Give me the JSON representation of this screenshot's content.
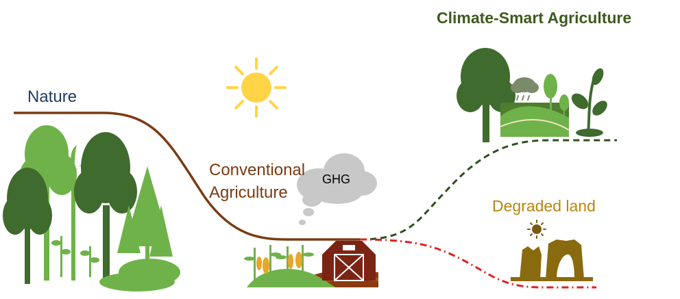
{
  "labels": {
    "nature": "Nature",
    "conventional_line1": "Conventional",
    "conventional_line2": "Agriculture",
    "climate_smart": "Climate-Smart Agriculture",
    "degraded": "Degraded land",
    "ghg": "GHG"
  },
  "colors": {
    "nature_label": "#1f3d63",
    "conventional_label": "#7b3a12",
    "climate_smart_label": "#3e5a1e",
    "degraded_label": "#b8860b",
    "trend_line": "#7a3b12",
    "climate_smart_line": "#2f4f1f",
    "degraded_line": "#e0201c",
    "sun": "#ffd447",
    "cloud": "#c8c8c8",
    "barn": "#7b2414",
    "corn": "#e6a72a",
    "dark_tree": "#3f6b2e",
    "light_tree": "#6fb24a"
  },
  "icons": [
    "sun-icon",
    "cloud-icon",
    "forest-icon",
    "farm-icon",
    "barn-icon",
    "corn-icon",
    "tree-icon",
    "rain-cloud-icon",
    "hills-icon",
    "sprout-icon",
    "eroded-rock-icon",
    "dim-sun-icon"
  ]
}
